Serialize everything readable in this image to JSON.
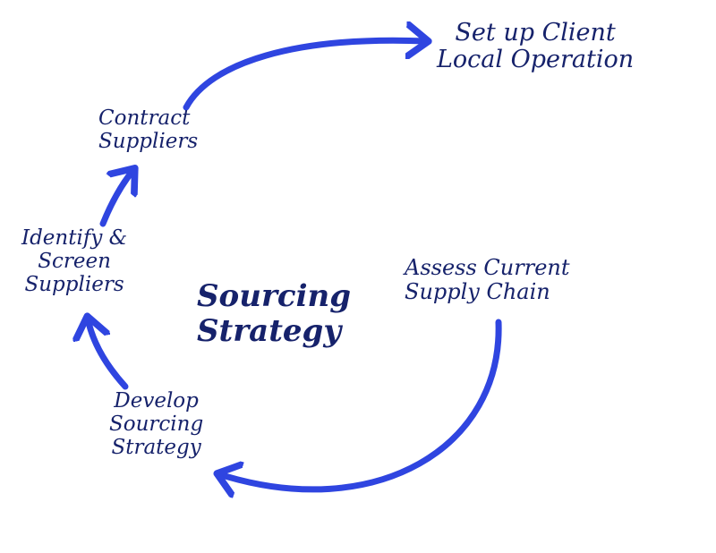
{
  "diagram": {
    "title_lines": [
      "Sourcing",
      "Strategy"
    ],
    "steps": [
      {
        "id": "assess",
        "lines": [
          "Assess Current",
          "Supply Chain"
        ]
      },
      {
        "id": "develop",
        "lines": [
          "Develop",
          "Sourcing",
          "Strategy"
        ]
      },
      {
        "id": "identify",
        "lines": [
          "Identify &",
          "Screen",
          "Suppliers"
        ]
      },
      {
        "id": "contract",
        "lines": [
          "Contract",
          "Suppliers"
        ]
      },
      {
        "id": "setup",
        "lines": [
          "Set up Client",
          "Local Operation"
        ]
      }
    ],
    "colors": {
      "arrow": "#2f45e0",
      "text": "#16226b",
      "background": "#ffffff"
    }
  }
}
